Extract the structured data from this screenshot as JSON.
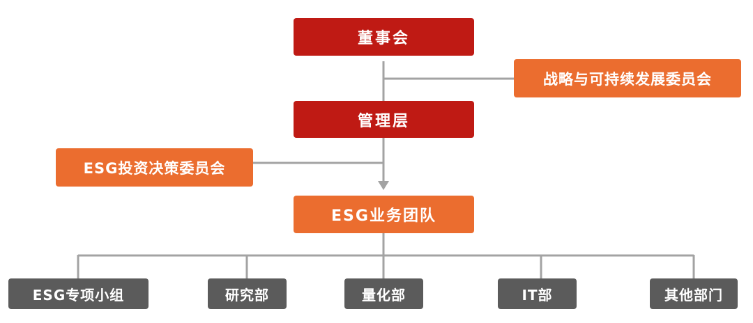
{
  "nodes": {
    "board": "董事会",
    "strategy_committee": "战略与可持续发展委员会",
    "management": "管理层",
    "esg_investment_committee": "ESG投资决策委员会",
    "esg_team": "ESG业务团队",
    "departments": [
      "ESG专项小组",
      "研究部",
      "量化部",
      "IT部",
      "其他部门"
    ]
  },
  "colors": {
    "governance": "#bf1a14",
    "committee": "#eb6d2f",
    "department": "#5b5b5b",
    "connector": "#a3a3a3"
  }
}
